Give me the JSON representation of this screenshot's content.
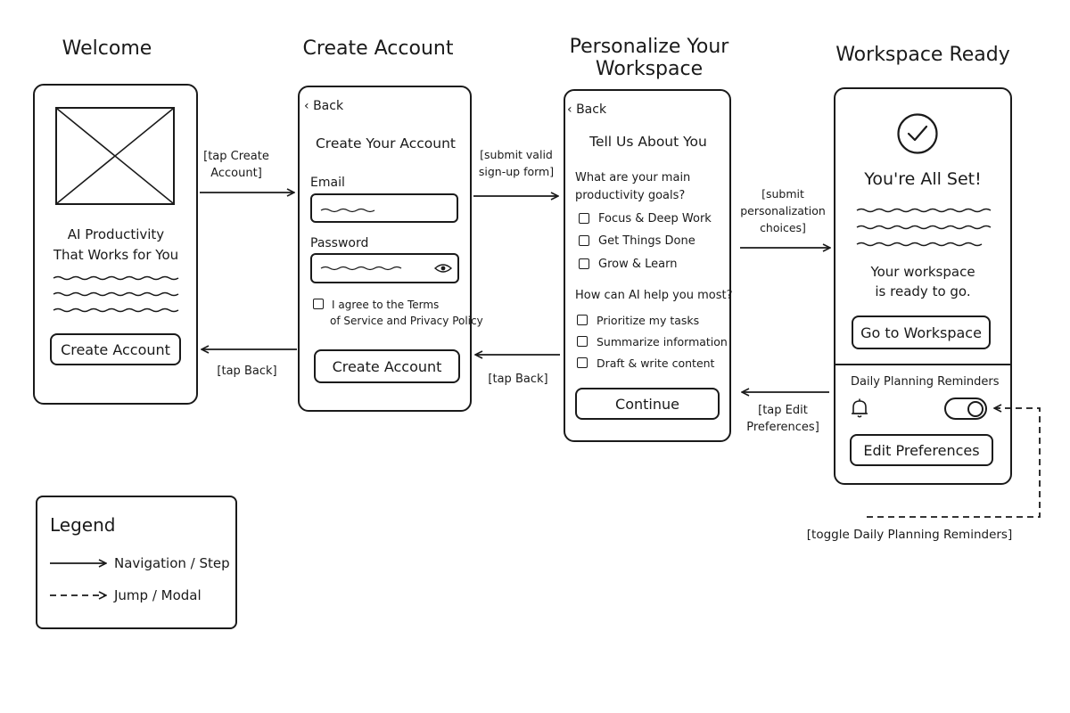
{
  "screens": {
    "welcome": {
      "title": "Welcome",
      "headline_line1": "AI Productivity",
      "headline_line2": "That Works for You",
      "create_account": "Create Account"
    },
    "create_account": {
      "title": "Create Account",
      "back": "Back",
      "heading": "Create Your Account",
      "email_label": "Email",
      "password_label": "Password",
      "terms_line1": "I agree to the Terms",
      "terms_line2": "of Service and Privacy Policy",
      "create_button": "Create Account"
    },
    "personalize": {
      "title_line1": "Personalize Your",
      "title_line2": "Workspace",
      "back": "Back",
      "heading": "Tell Us About You",
      "q1_line1": "What are your main",
      "q1_line2": "productivity goals?",
      "goals": [
        "Focus & Deep Work",
        "Get Things Done",
        "Grow & Learn"
      ],
      "q2": "How can AI help you most?",
      "ai_help": [
        "Prioritize my tasks",
        "Summarize information",
        "Draft & write content"
      ],
      "continue": "Continue"
    },
    "ready": {
      "title": "Workspace Ready",
      "heading": "You're All Set!",
      "sub_line1": "Your workspace",
      "sub_line2": "is ready to go.",
      "go_button": "Go to Workspace",
      "reminders_label": "Daily Planning Reminders",
      "reminders_on": true,
      "edit_button": "Edit Preferences"
    }
  },
  "transitions": {
    "tap_create_line1": "[tap Create",
    "tap_create_line2": "Account]",
    "submit_signup_line1": "[submit valid",
    "submit_signup_line2": "sign-up form]",
    "submit_personal_line1": "[submit",
    "submit_personal_line2": "personalization",
    "submit_personal_line3": "choices]",
    "tap_back_1": "[tap Back]",
    "tap_back_2": "[tap Back]",
    "tap_edit_line1": "[tap Edit",
    "tap_edit_line2": "Preferences]",
    "toggle_reminders": "[toggle Daily Planning Reminders]"
  },
  "legend": {
    "title": "Legend",
    "solid": "Navigation / Step",
    "dashed": "Jump / Modal"
  }
}
